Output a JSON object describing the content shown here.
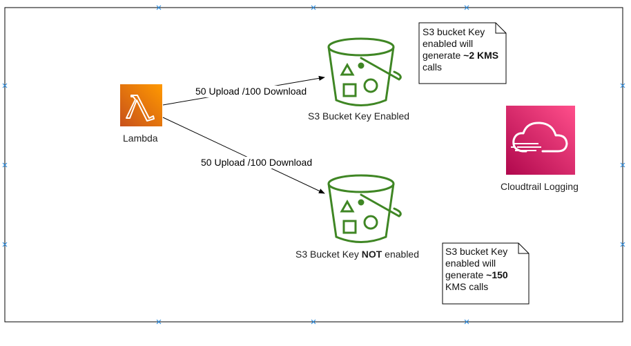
{
  "nodes": {
    "lambda": {
      "label": "Lambda",
      "icon": "lambda-icon",
      "color_top": "#f7a432",
      "color_bottom": "#d45b07"
    },
    "bucket_enabled": {
      "label": "S3 Bucket Key Enabled",
      "icon": "s3-bucket-icon",
      "color": "#3f8624"
    },
    "bucket_not_enabled": {
      "label_prefix": "S3 Bucket Key ",
      "label_bold": "NOT",
      "label_suffix": " enabled",
      "icon": "s3-bucket-icon",
      "color": "#3f8624"
    },
    "cloudtrail": {
      "label": "Cloudtrail Logging",
      "icon": "cloudtrail-icon",
      "color_top": "#f3467f",
      "color_bottom": "#bc1356"
    }
  },
  "edges": {
    "to_enabled": {
      "label": "50 Upload /100 Download"
    },
    "to_not_enabled": {
      "label": "50 Upload /100 Download"
    }
  },
  "notes": {
    "enabled_note": {
      "lines": [
        "S3 bucket Key",
        "enabled will",
        "generate "
      ],
      "bold": "~2 KMS",
      "tail": "calls"
    },
    "not_enabled_note": {
      "lines": [
        "S3 bucket Key",
        "enabled will",
        "generate "
      ],
      "bold": "~150",
      "tail": "KMS calls"
    }
  },
  "colors": {
    "frame": "#000000",
    "handle": "#2f8fe0",
    "edge": "#000000"
  }
}
